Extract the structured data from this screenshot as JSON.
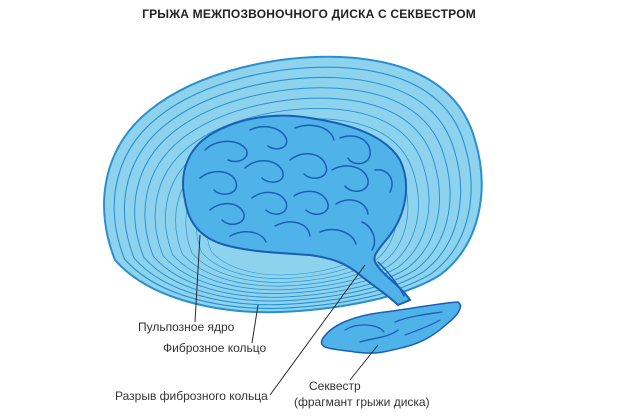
{
  "title": "ГРЫЖА МЕЖПОЗВОНОЧНОГО ДИСКА С СЕКВЕСТРОМ",
  "labels": {
    "nucleus": "Пульпозное ядро",
    "annulus": "Фиброзное кольцо",
    "rupture": "Разрыв фиброзного кольца",
    "sequester_line1": "Секвестр",
    "sequester_line2": "(фрагмант грыжи диска)"
  },
  "colors": {
    "annulus_fill": "#8ed3ee",
    "annulus_ring": "#2a8fd0",
    "nucleus_fill": "#4fb2e8",
    "nucleus_line": "#1a5fb4",
    "leader": "#2a2a2a"
  }
}
